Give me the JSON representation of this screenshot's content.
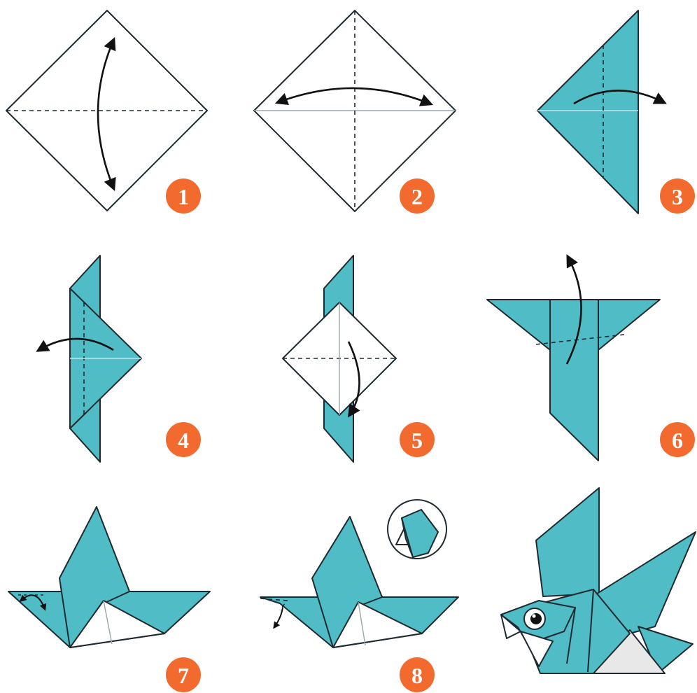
{
  "colors": {
    "paper_teal": "#4fbcc6",
    "badge": "#f26a2e",
    "outline": "#1e2a30"
  },
  "steps": [
    {
      "number": "1"
    },
    {
      "number": "2"
    },
    {
      "number": "3"
    },
    {
      "number": "4"
    },
    {
      "number": "5"
    },
    {
      "number": "6"
    },
    {
      "number": "7"
    },
    {
      "number": "8"
    }
  ]
}
